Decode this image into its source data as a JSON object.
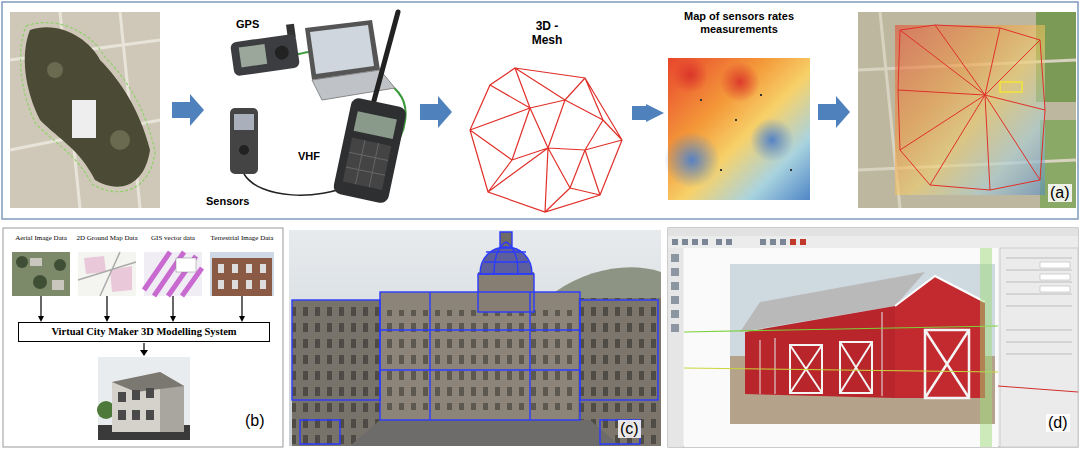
{
  "diagram": {
    "nodes": [
      {
        "text": [
          "3D - Mesh"
        ]
      },
      {
        "text": [
          "Map of sensors rates measurements"
        ]
      },
      {
        "text": [
          "Aerial Image Data"
        ]
      },
      {
        "text": [
          "2D Ground Map Data"
        ]
      },
      {
        "text": [
          "GIS vector data"
        ]
      },
      {
        "text": [
          "Terrestrial Image Data"
        ]
      },
      {
        "text": [
          "Virtual City Maker 3D Modelling System"
        ]
      }
    ],
    "edges": [
      {
        "from": 0,
        "to": 1,
        "arrow": "to"
      },
      {
        "from": 2,
        "to": 6,
        "arrow": "to"
      },
      {
        "from": 3,
        "to": 6,
        "arrow": "to"
      },
      {
        "from": 4,
        "to": 6,
        "arrow": "to"
      },
      {
        "from": 5,
        "to": 6,
        "arrow": "to"
      }
    ],
    "labels": [
      "GPS",
      "Sensors",
      "VHF",
      "(a)",
      "(b)",
      "(c)",
      "(d)"
    ]
  }
}
